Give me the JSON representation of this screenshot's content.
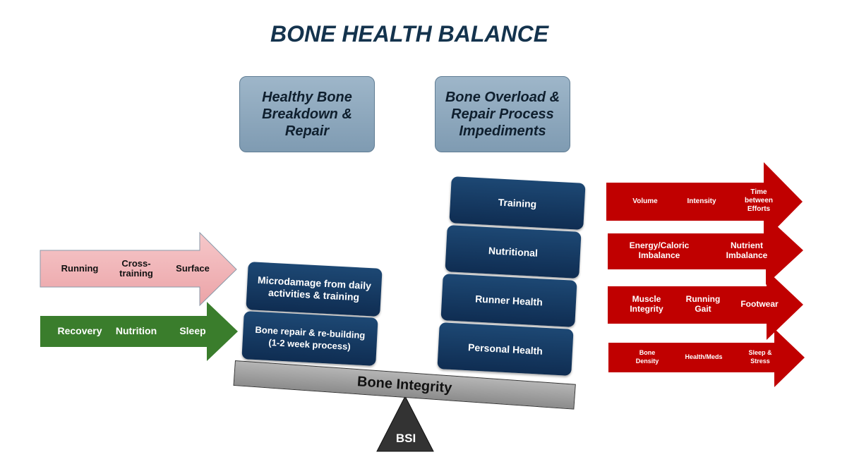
{
  "title": "BONE HEALTH BALANCE",
  "headers": {
    "left": "Healthy Bone Breakdown & Repair",
    "right": "Bone Overload & Repair Process Impediments"
  },
  "left_arrows": [
    {
      "color": "#f2b8bb",
      "items": [
        "Running",
        "Cross-training",
        "Surface"
      ]
    },
    {
      "color": "#3a7d2c",
      "items": [
        "Recovery",
        "Nutrition",
        "Sleep"
      ]
    }
  ],
  "left_blocks": [
    "Microdamage from daily activities & training",
    "Bone repair & re-building (1-2 week process)"
  ],
  "right_blocks": [
    "Training",
    "Nutritional",
    "Runner Health",
    "Personal Health"
  ],
  "right_arrows": [
    {
      "items": [
        "Volume",
        "Intensity",
        "Time between Efforts"
      ]
    },
    {
      "items": [
        "Energy/Caloric Imbalance",
        "Nutrient Imbalance"
      ]
    },
    {
      "items": [
        "Muscle Integrity",
        "Running Gait",
        "Footwear"
      ]
    },
    {
      "items": [
        "Bone Density",
        "Health/Meds",
        "Sleep & Stress"
      ]
    }
  ],
  "beam_label": "Bone Integrity",
  "fulcrum_label": "BSI",
  "colors": {
    "red": "#c00000",
    "navy": "#14334d"
  }
}
